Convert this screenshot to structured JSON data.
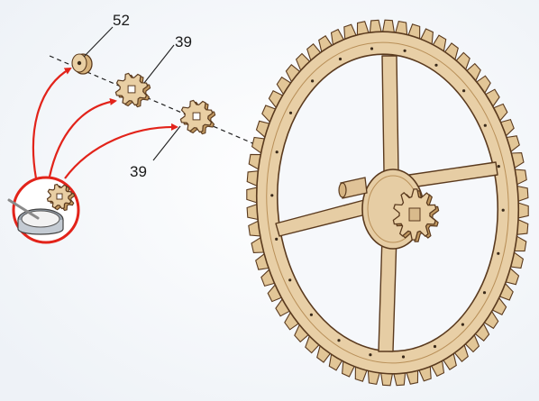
{
  "labels": {
    "part_52": "52",
    "part_39_top": "39",
    "part_39_bottom": "39"
  },
  "colors": {
    "background": "#f6f8fb",
    "wood": "#e6cda4",
    "wood_edge": "#c29a62",
    "outline": "#5a3a1e",
    "arrow": "#e2231a",
    "leader": "#222222"
  },
  "icons": {
    "glue": "glue-pot-icon",
    "large_gear": "large-gear-wheel",
    "small_gear": "small-gear-part",
    "disc": "round-disc-part"
  }
}
